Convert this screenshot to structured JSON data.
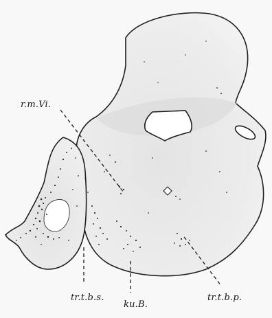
{
  "labels": {
    "rmvi": "r.m.Vi.",
    "trtbs": "tr.t.b.s.",
    "kub": "ku.B.",
    "trtbp": "tr.t.b.p."
  },
  "colors": {
    "background": "#f8f8f8",
    "section_fill": "#e9e9e9",
    "outline": "#222222",
    "stipple": "#2a2a2a"
  }
}
